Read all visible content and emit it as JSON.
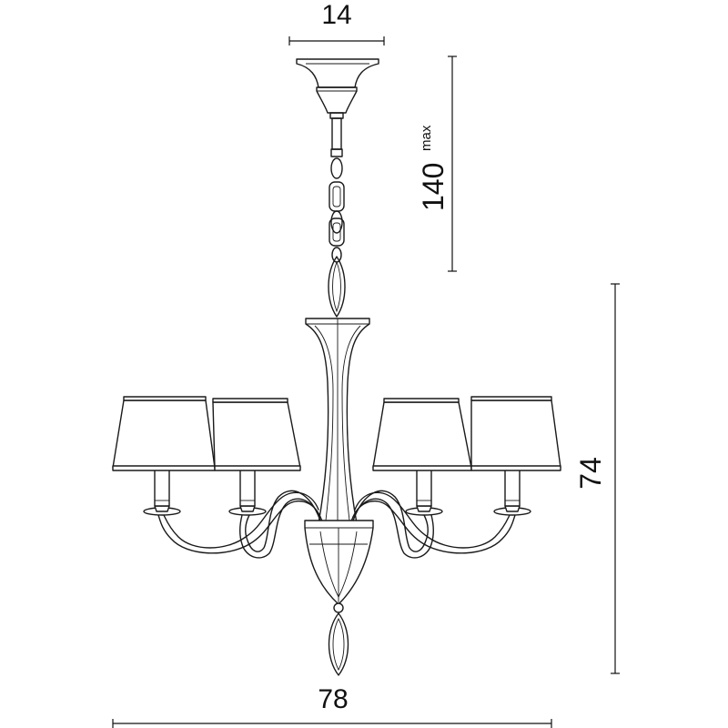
{
  "dimensions": {
    "canopy_width": {
      "value": "14"
    },
    "chain_length": {
      "value": "140",
      "suffix": "max"
    },
    "body_height": {
      "value": "74"
    },
    "total_width": {
      "value": "78"
    }
  },
  "colors": {
    "line": "#1a1a1a",
    "background": "#ffffff"
  }
}
